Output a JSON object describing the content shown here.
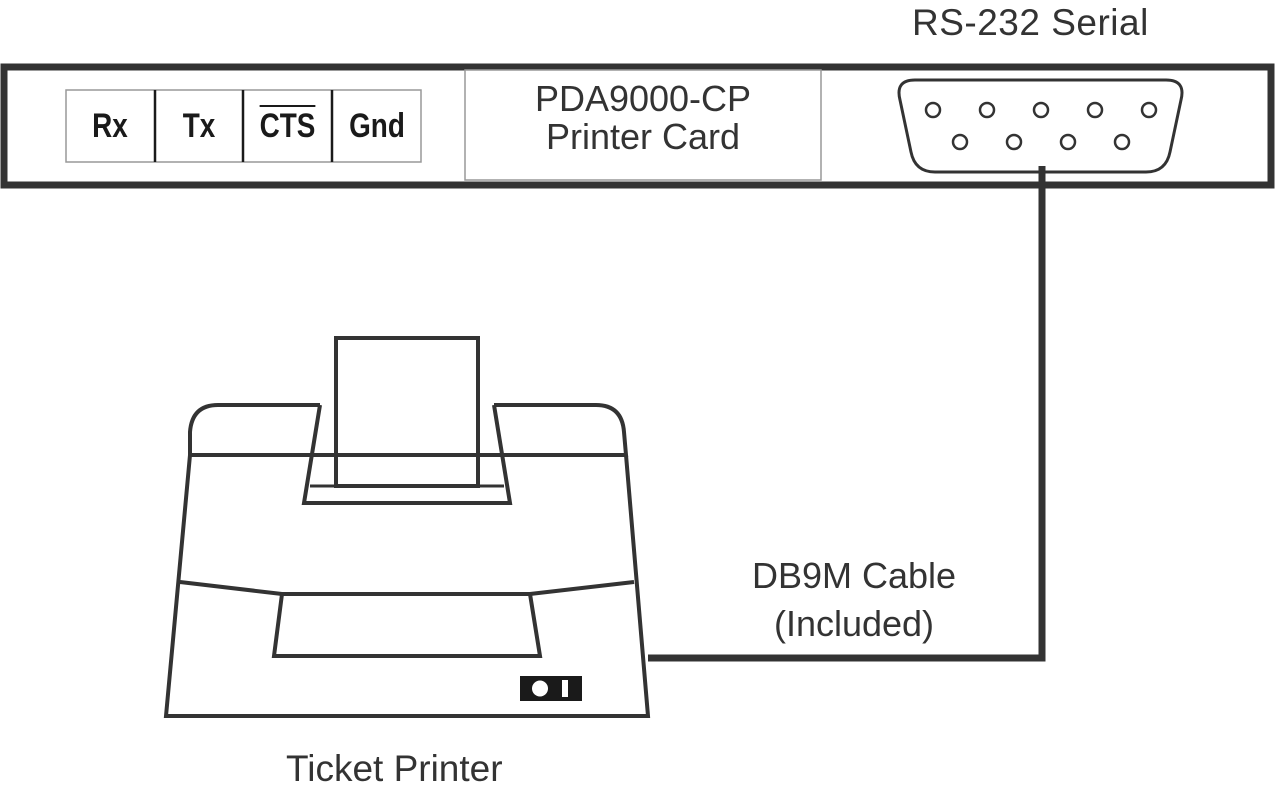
{
  "diagram": {
    "serial_label": "RS-232 Serial",
    "card_label_line1": "PDA9000-CP",
    "card_label_line2": "Printer Card",
    "cable_label_line1": "DB9M Cable",
    "cable_label_line2": "(Included)",
    "printer_label": "Ticket Printer",
    "terminals": [
      {
        "label": "Rx"
      },
      {
        "label": "Tx"
      },
      {
        "label": "CTS",
        "overline": true
      },
      {
        "label": "Gnd"
      }
    ],
    "db9_pins": {
      "top_row": 5,
      "bottom_row": 4
    }
  },
  "colors": {
    "stroke": "#333333",
    "terminal_text": "#1a1a1a",
    "box_border": "#999999"
  }
}
